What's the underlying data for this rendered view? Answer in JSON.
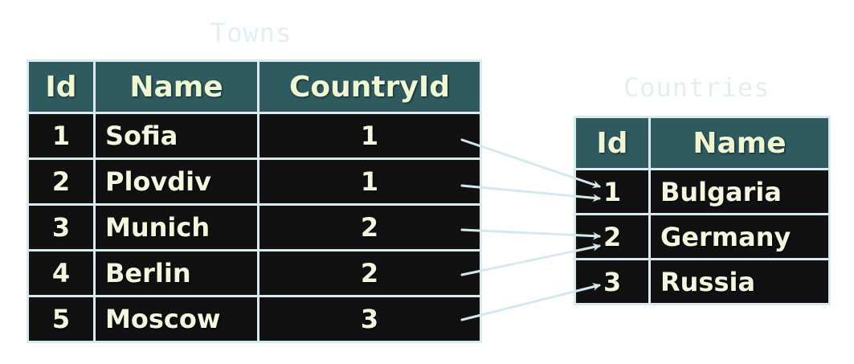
{
  "towns": {
    "caption": "Towns",
    "columns": [
      "Id",
      "Name",
      "CountryId"
    ],
    "rows": [
      {
        "id": "1",
        "name": "Sofia",
        "country_id": "1"
      },
      {
        "id": "2",
        "name": "Plovdiv",
        "country_id": "1"
      },
      {
        "id": "3",
        "name": "Munich",
        "country_id": "2"
      },
      {
        "id": "4",
        "name": "Berlin",
        "country_id": "2"
      },
      {
        "id": "5",
        "name": "Moscow",
        "country_id": "3"
      }
    ]
  },
  "countries": {
    "caption": "Countries",
    "columns": [
      "Id",
      "Name"
    ],
    "rows": [
      {
        "id": "1",
        "name": "Bulgaria"
      },
      {
        "id": "2",
        "name": "Germany"
      },
      {
        "id": "3",
        "name": "Russia"
      }
    ]
  },
  "colors": {
    "header_bg": "#2f5a60",
    "cell_bg": "#111111",
    "border": "#d9ebef",
    "caption": "#e3eef0",
    "arrow": "#d5e8ef"
  }
}
